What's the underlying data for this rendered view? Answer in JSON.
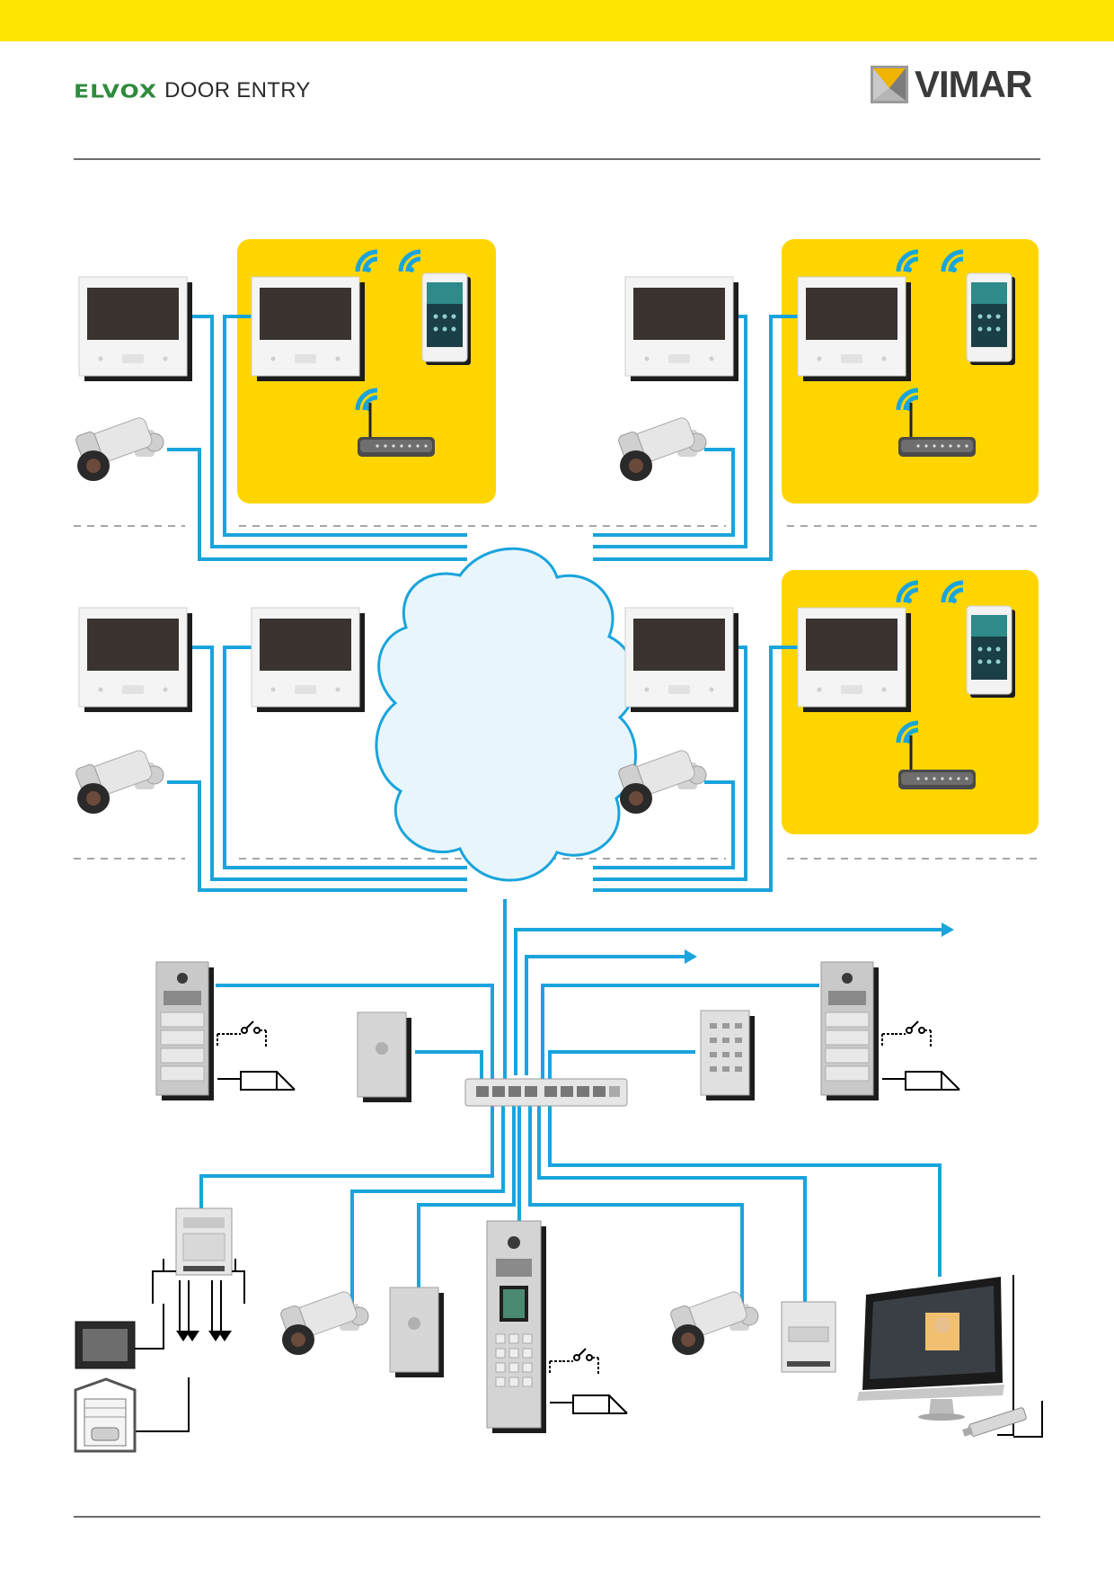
{
  "header": {
    "brand_name": "ELVOX",
    "brand_subtitle": "DOOR ENTRY",
    "logo_text": "VIMAR"
  },
  "colors": {
    "top_bar": "#FFE600",
    "accent_yellow": "#FFD500",
    "network_line": "#1AA4DC",
    "brand_green": "#2E8B3C",
    "cloud_fill": "#E8F5FB",
    "rule": "#6D6D6D"
  },
  "icons": [
    "video-monitor-icon",
    "smartphone-app-icon",
    "wifi-router-icon",
    "wifi-signal-icon",
    "cctv-camera-icon",
    "ip-cloud-icon",
    "network-switch-icon",
    "entrance-panel-icon",
    "proximity-reader-icon",
    "keypad-icon",
    "relay-module-icon",
    "switch-plate-icon",
    "garage-door-icon",
    "pc-monitor-icon",
    "usb-key-icon",
    "din-interface-icon"
  ]
}
